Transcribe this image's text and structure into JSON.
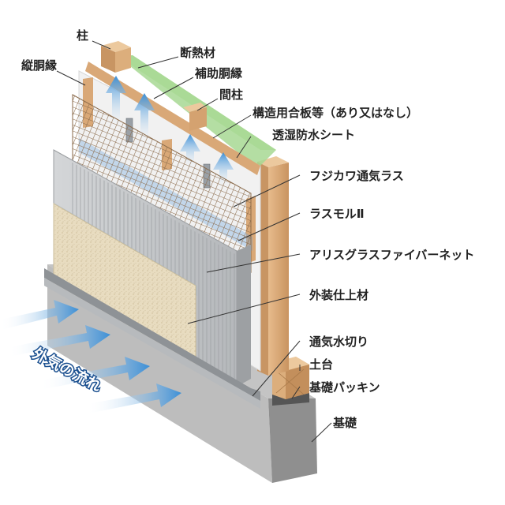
{
  "labels": {
    "hashira": "柱",
    "tatedobuchi": "縦胴縁",
    "dannetsuzai": "断熱材",
    "hojo_dobuchi": "補助胴縁",
    "mabashira": "間柱",
    "kozo_gouhan": "構造用合板等（あり又はなし）",
    "toushitsu_sheet": "透湿防水シート",
    "fujikawa_lath": "フジカワ通気ラス",
    "lasmol": "ラスモルⅡ",
    "alis_net": "アリスグラスファイバーネット",
    "gaiso": "外装仕上材",
    "tsuki_mizukiri": "通気水切り",
    "dodai": "土台",
    "kiso_packing": "基礎パッキン",
    "kiso": "基礎"
  },
  "airflow": {
    "text": "外気の流れ"
  },
  "colors": {
    "wood": "#d9a877",
    "wood_dark": "#b88454",
    "insulation": "#b9e3a6",
    "sheet": "#f2f2f2",
    "mortar": "#c9cbcd",
    "finish": "#e8dcc0",
    "concrete": "#a8a8a8",
    "air": "#4f9bd8"
  }
}
